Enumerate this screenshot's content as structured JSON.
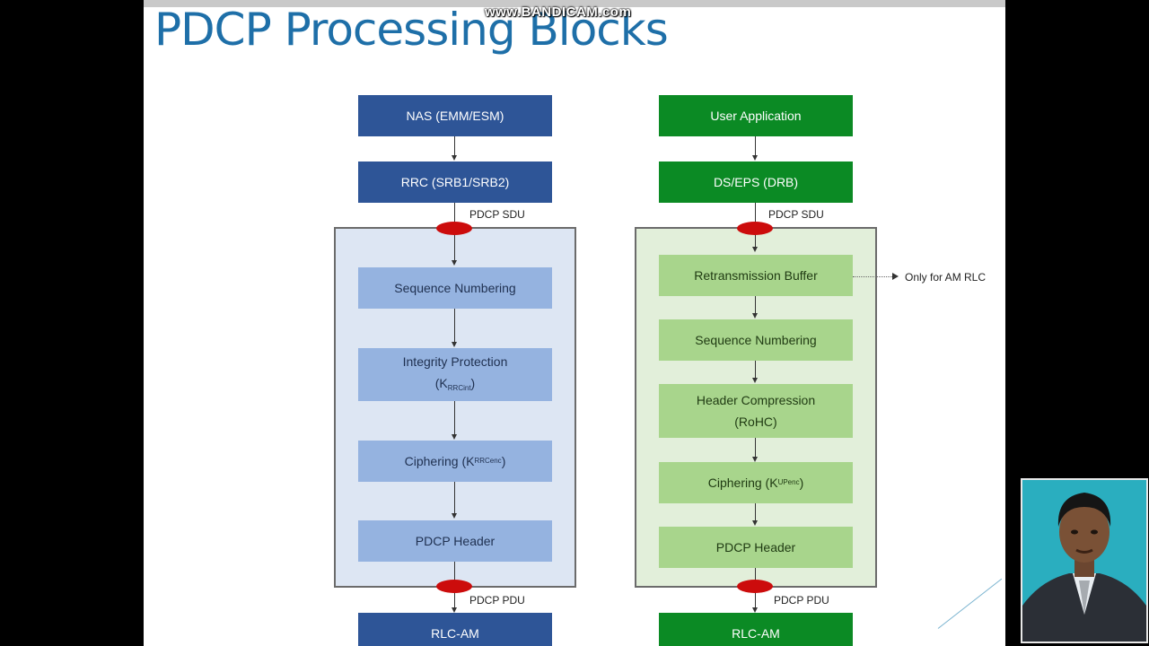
{
  "watermark": "www.BANDICAM.com",
  "slide": {
    "title": "PDCP Processing Blocks"
  },
  "control_plane": {
    "top_boxes": [
      "NAS (EMM/ESM)",
      "RRC (SRB1/SRB2)"
    ],
    "sdu_label": "PDCP SDU",
    "blocks": [
      {
        "line1": "Sequence Numbering"
      },
      {
        "line1": "Integrity Protection",
        "key_open": "(K",
        "key_sub": "RRCint",
        "key_close": ")"
      },
      {
        "line1": "Ciphering (K",
        "key_sub": "RRCenc",
        "key_close": ")"
      },
      {
        "line1": "PDCP Header"
      }
    ],
    "pdu_label": "PDCP PDU",
    "bottom_box": "RLC-AM"
  },
  "user_plane": {
    "top_boxes": [
      "User Application",
      "DS/EPS (DRB)"
    ],
    "sdu_label": "PDCP SDU",
    "blocks": [
      {
        "line1": "Retransmission Buffer"
      },
      {
        "line1": "Sequence Numbering"
      },
      {
        "line1": "Header Compression",
        "line2": "(RoHC)"
      },
      {
        "line1": "Ciphering (K",
        "key_sub": "UPenc",
        "key_close": ")"
      },
      {
        "line1": "PDCP Header"
      }
    ],
    "side_note": "Only for AM RLC",
    "pdu_label": "PDCP PDU",
    "bottom_box": "RLC-AM"
  },
  "colors": {
    "control_dark": "#2e5597",
    "control_light": "#95b3e0",
    "user_dark": "#0b8a24",
    "user_light": "#a8d58c",
    "title": "#1e6fa8",
    "sdu_pdu_marker": "#cc0c0c"
  }
}
